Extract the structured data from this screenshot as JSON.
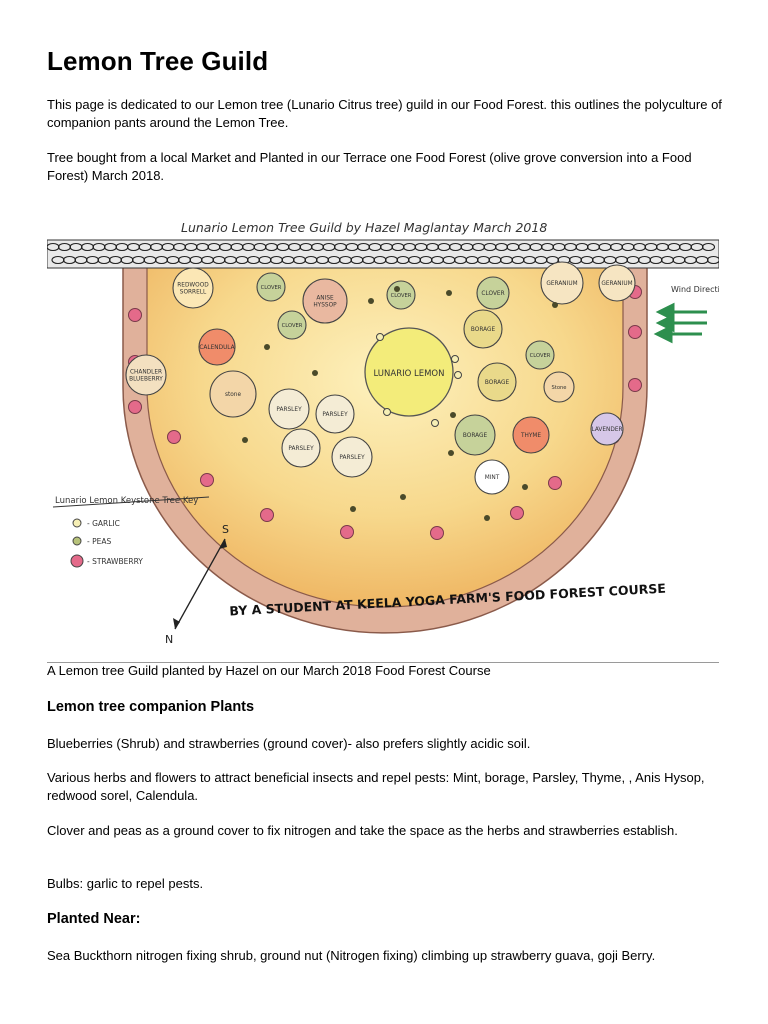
{
  "title": "Lemon Tree Guild",
  "intro_1": "This page is dedicated to our Lemon tree (Lunario Citrus tree) guild in our Food Forest. this outlines the polyculture of companion pants around the Lemon Tree.",
  "intro_2": "Tree bought from a local Market and Planted in our Terrace one Food Forest (olive grove conversion into a Food Forest) March 2018.",
  "drawing": {
    "title": "Lunario Lemon Tree Guild  by Hazel Maglantay  March 2018",
    "center": "LUNARIO LEMON",
    "plants": {
      "redwood": "REDWOOD SORRELL",
      "clover1": "CLOVER",
      "anise": "ANISE HYSSOP",
      "clover2": "CLOVER",
      "clover3": "CLOVER",
      "geranium1": "GERANIUM",
      "geranium2": "GERANIUM",
      "calendula": "CALENDULA",
      "clover4": "CLOVER",
      "borage1": "BORAGE",
      "clover5": "CLOVER",
      "blueberry": "CHANDLER BLUEBERRY",
      "stone1": "stone",
      "borage2": "BORAGE",
      "stone2": "Stone",
      "parsley1": "PARSLEY",
      "parsley2": "PARSLEY",
      "parsley3": "PARSLEY",
      "parsley4": "PARSLEY",
      "borage3": "BORAGE",
      "thyme": "THYME",
      "lavender": "LAVENDER",
      "mint": "MINT"
    },
    "wind_label": "Wind Direction",
    "key_title": "Lunario Lemon Keystone Tree Key",
    "key_garlic": "- GARLIC",
    "key_peas": "- PEAS",
    "key_strawberry": "- STRAWBERRY",
    "compass_s": "S",
    "compass_n": "N",
    "credit": "BY A STUDENT AT KEELA YOGA FARM'S FOOD FOREST COURSE"
  },
  "caption": "A Lemon tree Guild planted by Hazel on our March 2018 Food Forest Course",
  "section_1_heading": "Lemon tree companion Plants",
  "para_1": "Blueberries (Shrub) and strawberries (ground cover)- also prefers slightly acidic soil.",
  "para_2": "Various herbs and flowers to attract beneficial insects and repel pests: Mint, borage, Parsley, Thyme, , Anis Hysop, redwood sorel, Calendula.",
  "para_3": "Clover and peas as a ground cover to fix nitrogen and take the space as the herbs and strawberries establish.",
  "para_4": "Bulbs: garlic to repel pests.",
  "section_2_heading": "Planted Near:",
  "para_5": "Sea Buckthorn nitrogen fixing shrub, ground nut (Nitrogen fixing) climbing up strawberry guava, goji Berry.",
  "colors": {
    "soil_orange": "#f2c075",
    "inner_yellow": "#fbe7a0",
    "border_brown": "#d7a28a",
    "lemon_yellow": "#f3ec7a",
    "strawberry_pink": "#e46a8a",
    "clover_green": "#c6d29a",
    "wind_green": "#3aa35a"
  }
}
